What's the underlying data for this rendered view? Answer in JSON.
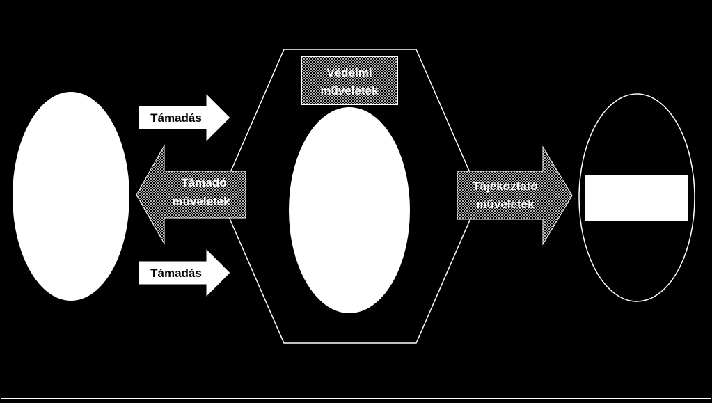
{
  "labels": {
    "attack_top": "Támadás",
    "attack_bottom": "Támadás",
    "offensive_line1": "Támadó",
    "offensive_line2": "műveletek",
    "defensive_line1": "Védelmi",
    "defensive_line2": "műveletek",
    "info_line1": "Tájékoztató",
    "info_line2": "műveletek"
  },
  "colors": {
    "background": "#000000",
    "shape_fill": "#ffffff",
    "outline": "#ffffff",
    "hatch": "#9a9a9a",
    "label_text": "#ffffff",
    "plain_label_text": "#000000"
  }
}
